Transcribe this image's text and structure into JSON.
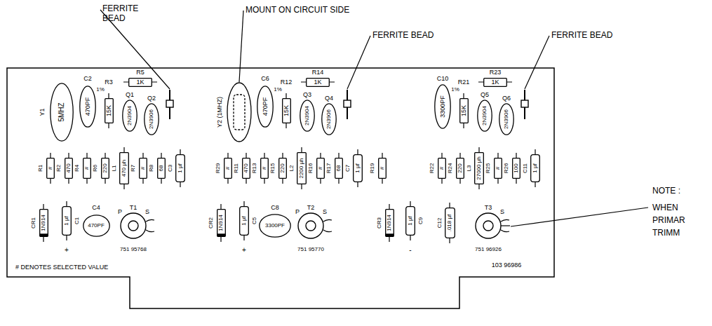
{
  "diagram": {
    "nodes": [
      {
        "text": [
          "5MHZ"
        ]
      },
      {
        "text": [
          "470PF"
        ]
      },
      {
        "text": [
          "15K"
        ]
      },
      {
        "text": [
          "1K"
        ]
      },
      {
        "text": [
          "2N3904"
        ]
      },
      {
        "text": [
          "2N3906"
        ]
      },
      {
        "text": [
          "470PF"
        ]
      },
      {
        "text": [
          "15K"
        ]
      },
      {
        "text": [
          "1K"
        ]
      },
      {
        "text": [
          "2N3904"
        ]
      },
      {
        "text": [
          "2N3906"
        ]
      },
      {
        "text": [
          "3300PF"
        ]
      },
      {
        "text": [
          "15K"
        ]
      },
      {
        "text": [
          "1K"
        ]
      },
      {
        "text": [
          "2N3904"
        ]
      },
      {
        "text": [
          "2N3906"
        ]
      },
      {
        "text": [
          "#"
        ]
      },
      {
        "text": [
          "470"
        ]
      },
      {
        "text": [
          "#"
        ]
      },
      {
        "text": [
          "220"
        ]
      },
      {
        "text": [
          "470 µh"
        ]
      },
      {
        "text": [
          "#"
        ]
      },
      {
        "text": [
          "68"
        ]
      },
      {
        "text": [
          "1 µf"
        ]
      },
      {
        "text": [
          "#"
        ]
      },
      {
        "text": [
          "470"
        ]
      },
      {
        "text": [
          "#"
        ]
      },
      {
        "text": [
          "220"
        ]
      },
      {
        "text": [
          "2200 µh"
        ]
      },
      {
        "text": [
          "#"
        ]
      },
      {
        "text": [
          "68"
        ]
      },
      {
        "text": [
          "1 µf"
        ]
      },
      {
        "text": [
          "#"
        ]
      },
      {
        "text": [
          "#"
        ]
      },
      {
        "text": [
          "220"
        ]
      },
      {
        "text": [
          "27000 µh"
        ]
      },
      {
        "text": [
          "#"
        ]
      },
      {
        "text": [
          "100"
        ]
      },
      {
        "text": [
          "1 µf"
        ]
      },
      {
        "text": [
          "1N914"
        ]
      },
      {
        "text": [
          "1 µf"
        ]
      },
      {
        "text": [
          "470PF"
        ]
      },
      {
        "text": [
          "1N914"
        ]
      },
      {
        "text": [
          "1 µf"
        ]
      },
      {
        "text": [
          "3300PF"
        ]
      },
      {
        "text": [
          "1N914"
        ]
      },
      {
        "text": [
          "1 µf"
        ]
      },
      {
        "text": [
          ".018 µf"
        ]
      }
    ],
    "labels": [
      "FERRITE BEAD",
      "MOUNT ON CIRCUIT SIDE",
      "FERRITE BEAD",
      "FERRITE BEAD",
      "Y1",
      "C2",
      "R3",
      "1%",
      "R5",
      "Q1",
      "Q2",
      "Y2 (1MHZ)",
      "C6",
      "R12",
      "1%",
      "R14",
      "Q3",
      "Q4",
      "C10",
      "R21",
      "1%",
      "R23",
      "Q5",
      "Q6",
      "R1",
      "R2",
      "R4",
      "R6",
      "L1",
      "R7",
      "R8",
      "C3",
      "R29",
      "R11",
      "R13",
      "R15",
      "L2",
      "R16",
      "R17",
      "C7",
      "R19",
      "R22",
      "R24",
      "L3",
      "R25",
      "R26",
      "C11",
      "CR1",
      "C1",
      "+",
      "C4",
      "P",
      "T1",
      "S",
      "751 95768",
      "CR2",
      "C5",
      "+",
      "C8",
      "P",
      "T2",
      "S",
      "751 95770",
      "CR3",
      "C9",
      "-",
      "C12",
      "T3",
      "S",
      "751 96926",
      "# DENOTES SELECTED VALUE",
      "103 96986",
      "NOTE :",
      "WHEN",
      "PRIMAR",
      "TRIMM"
    ]
  }
}
